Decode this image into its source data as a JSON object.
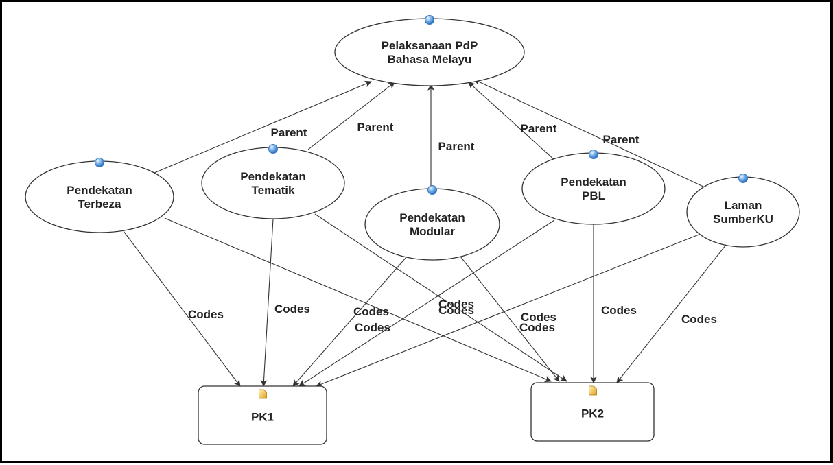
{
  "diagram": {
    "nodes": [
      {
        "id": "root",
        "kind": "code-group",
        "icon": "blue-sphere-icon",
        "lines": [
          "Pelaksanaan PdP",
          "Bahasa Melayu"
        ]
      },
      {
        "id": "terbeza",
        "kind": "code",
        "icon": "blue-sphere-icon",
        "lines": [
          "Pendekatan",
          "Terbeza"
        ]
      },
      {
        "id": "tematik",
        "kind": "code",
        "icon": "blue-sphere-icon",
        "lines": [
          "Pendekatan",
          "Tematik"
        ]
      },
      {
        "id": "modular",
        "kind": "code",
        "icon": "blue-sphere-icon",
        "lines": [
          "Pendekatan",
          "Modular"
        ]
      },
      {
        "id": "pbl",
        "kind": "code",
        "icon": "blue-sphere-icon",
        "lines": [
          "Pendekatan",
          "PBL"
        ]
      },
      {
        "id": "laman",
        "kind": "code",
        "icon": "blue-sphere-icon",
        "lines": [
          "Laman",
          "SumberKU"
        ]
      },
      {
        "id": "pk1",
        "kind": "document",
        "icon": "document-icon",
        "lines": [
          "PK1"
        ]
      },
      {
        "id": "pk2",
        "kind": "document",
        "icon": "document-icon",
        "lines": [
          "PK2"
        ]
      }
    ],
    "edges": [
      {
        "from": "terbeza",
        "to": "root",
        "label": "Parent"
      },
      {
        "from": "tematik",
        "to": "root",
        "label": "Parent"
      },
      {
        "from": "modular",
        "to": "root",
        "label": "Parent"
      },
      {
        "from": "pbl",
        "to": "root",
        "label": "Parent"
      },
      {
        "from": "laman",
        "to": "root",
        "label": "Parent"
      },
      {
        "from": "terbeza",
        "to": "pk1",
        "label": "Codes"
      },
      {
        "from": "terbeza",
        "to": "pk2",
        "label": "Codes"
      },
      {
        "from": "tematik",
        "to": "pk1",
        "label": "Codes"
      },
      {
        "from": "tematik",
        "to": "pk2",
        "label": "Codes"
      },
      {
        "from": "modular",
        "to": "pk1",
        "label": "Codes"
      },
      {
        "from": "modular",
        "to": "pk2",
        "label": "Codes"
      },
      {
        "from": "pbl",
        "to": "pk1",
        "label": "Codes"
      },
      {
        "from": "pbl",
        "to": "pk2",
        "label": "Codes"
      },
      {
        "from": "laman",
        "to": "pk1",
        "label": "Codes"
      },
      {
        "from": "laman",
        "to": "pk2",
        "label": "Codes"
      }
    ],
    "colors": {
      "code_icon": "#4a8fd9",
      "document_icon": "#e0a020",
      "stroke": "#333333"
    }
  }
}
